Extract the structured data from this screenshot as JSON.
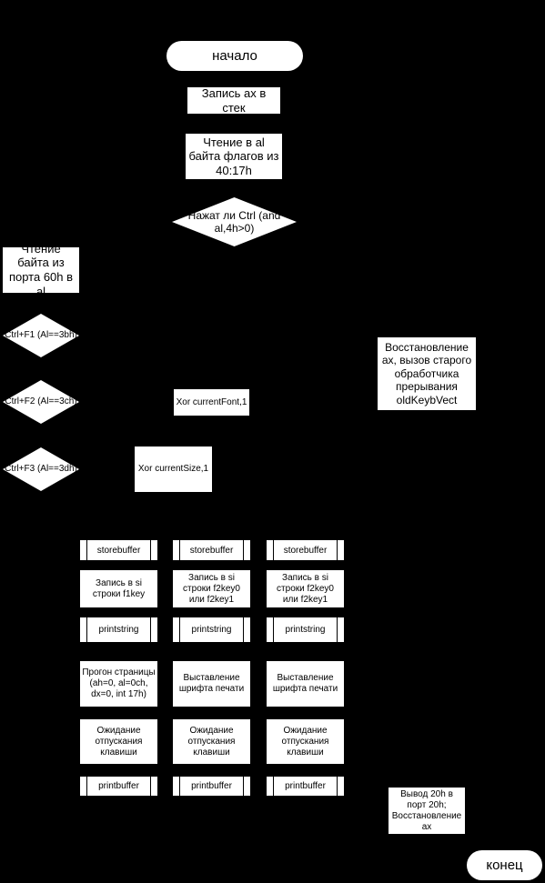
{
  "start": "начало",
  "end": "конец",
  "push_ax": "Запись ax в стек",
  "read_flags": "Чтение в al байта флагов из 40:17h",
  "ctrl_check": "Нажат ли Ctrl (and al,4h>0)",
  "read_port": "Чтение байта из порта 60h в al",
  "restore_old": "Восстановление ax, вызов старого обработчика прерывания oldKeybVect",
  "ctrl_f1": "Ctrl+F1 (Al==3bh)",
  "ctrl_f2": "Ctrl+F2 (Al==3ch)",
  "ctrl_f3": "Ctrl+F3 (Al==3dh)",
  "xor_font": "Xor currentFont,1",
  "xor_size": "Xor currentSize,1",
  "columns": [
    {
      "storebuffer": "storebuffer",
      "write_si": "Запись в si строки f1key",
      "printstring": "printstring",
      "action": "Прогон страницы (ah=0, al=0ch, dx=0, int 17h)",
      "wait": "Ожидание отпускания клавиши",
      "printbuffer": "printbuffer"
    },
    {
      "storebuffer": "storebuffer",
      "write_si": "Запись в si строки f2key0 или f2key1",
      "printstring": "printstring",
      "action": "Выставление шрифта печати",
      "wait": "Ожидание отпускания клавиши",
      "printbuffer": "printbuffer"
    },
    {
      "storebuffer": "storebuffer",
      "write_si": "Запись в si строки f2key0 или f2key1",
      "printstring": "printstring",
      "action": "Выставление шрифта печати",
      "wait": "Ожидание отпускания клавиши",
      "printbuffer": "printbuffer"
    }
  ],
  "final": "Вывод 20h в порт 20h; Восстановление ax"
}
